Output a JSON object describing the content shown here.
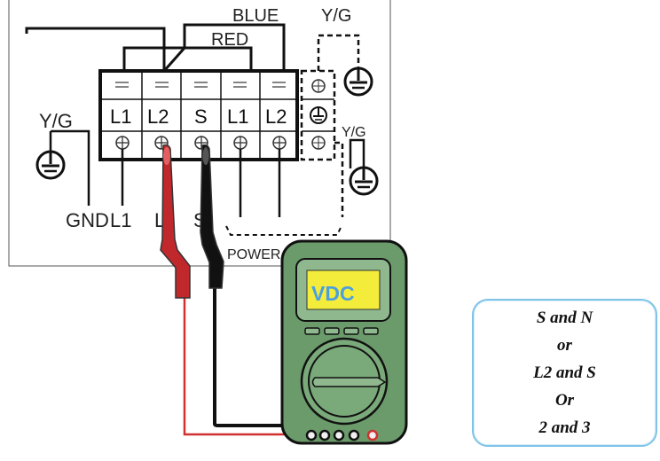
{
  "diagram": {
    "wire_labels": {
      "blue": "BLUE",
      "red": "RED"
    },
    "ground_labels": {
      "left": "Y/G",
      "top_right": "Y/G",
      "right": "Y/G"
    },
    "terminals": [
      "L1",
      "L2",
      "S",
      "L1",
      "L2"
    ],
    "bottom_labels": {
      "gnd": "GND",
      "l1": "L1",
      "l2": "L",
      "s": "S",
      "power": "POWER S"
    }
  },
  "meter": {
    "display": "VDC"
  },
  "note": {
    "lines": [
      "S and N",
      "or",
      "L2 and S",
      "Or",
      "2 and 3"
    ]
  },
  "colors": {
    "red_probe": "#c0282c",
    "black_probe": "#111111",
    "meter_body": "#6b9a6b",
    "meter_screen": "#f4ec3a",
    "display_text": "#4a9fe0",
    "note_border": "#7fc3e8"
  }
}
